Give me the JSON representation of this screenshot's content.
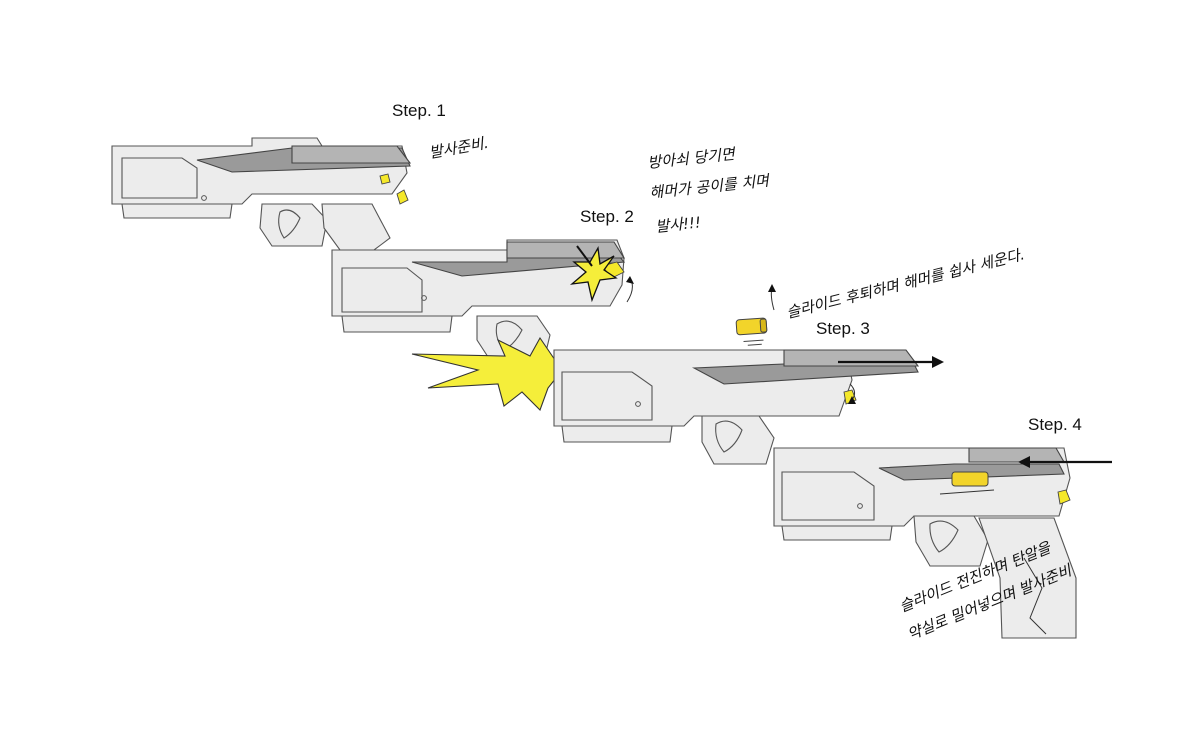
{
  "steps": [
    {
      "label": "Step. 1",
      "note_lines": [
        "발사준비."
      ]
    },
    {
      "label": "Step. 2",
      "note_lines": [
        "방아쇠 당기면",
        "해머가 공이를 치며",
        "발사!!!"
      ]
    },
    {
      "label": "Step. 3",
      "note_lines": [
        "슬라이드 후퇴하며 해머를 쉽사 세운다."
      ]
    },
    {
      "label": "Step. 4",
      "note_lines": [
        "슬라이드 전진하며 탄알을",
        "약실로 밀어넣으며 발사준비"
      ]
    }
  ],
  "colors": {
    "frame": "#e2e2e2",
    "slide": "#9a9a9a",
    "hammer": "#f5e82a",
    "muzzle_flash": "#f5ee3a",
    "outline": "#444444"
  }
}
